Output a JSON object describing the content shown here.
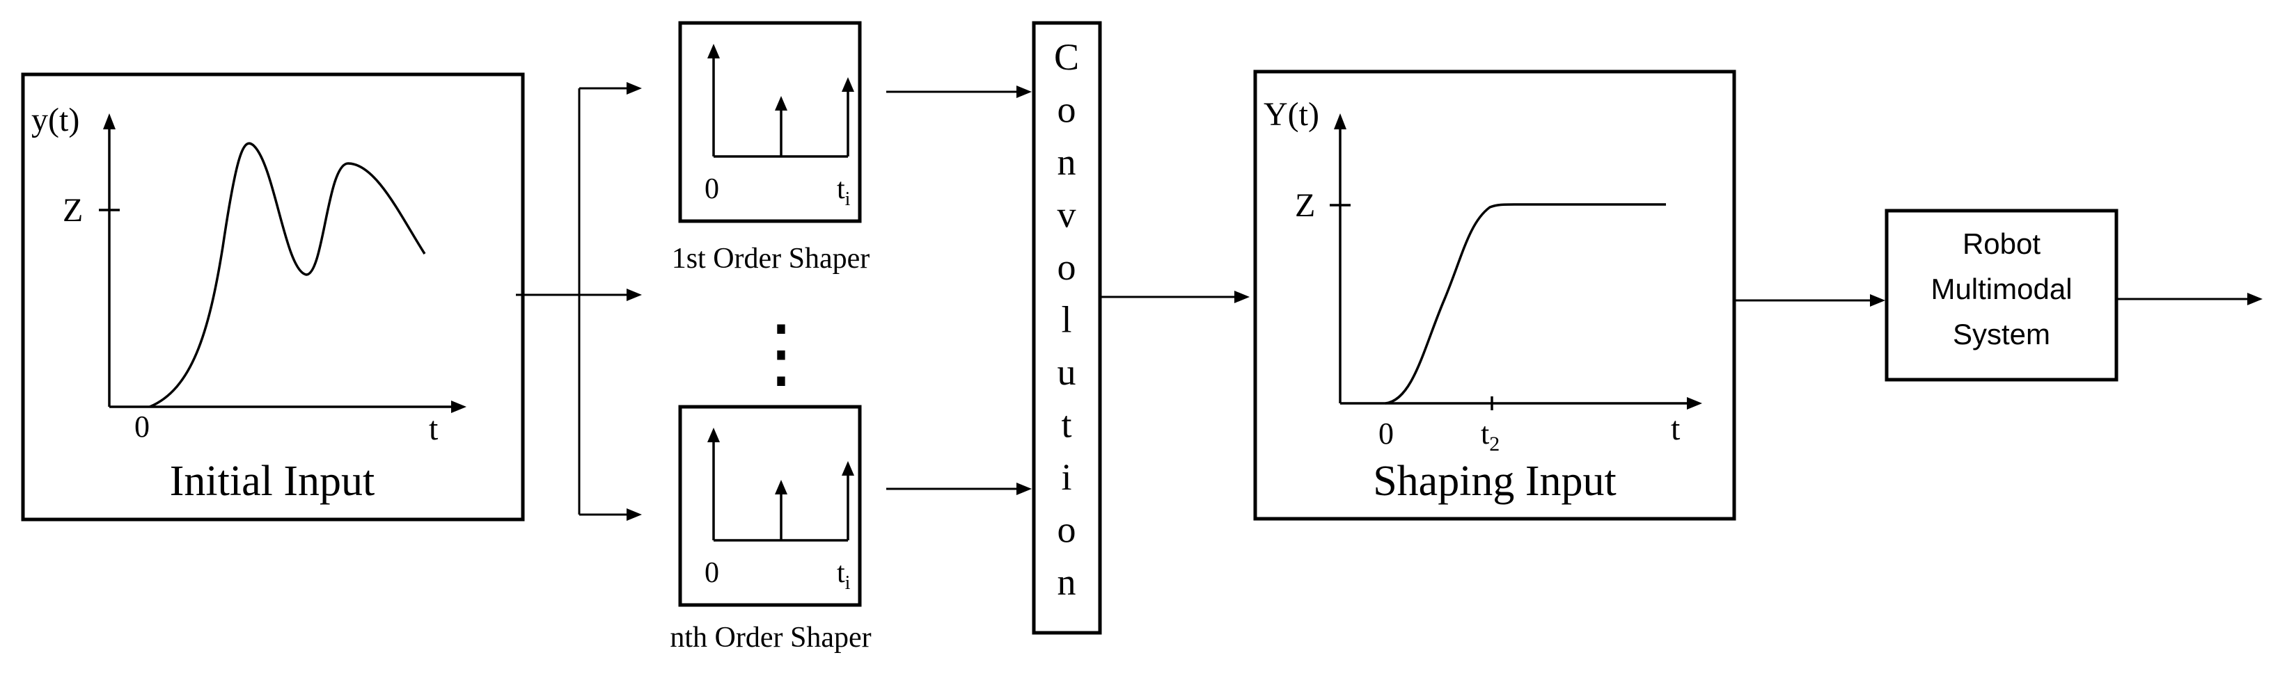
{
  "initial_input": {
    "title": "Initial Input",
    "y_axis_label": "y(t)",
    "x_axis_label": "t",
    "origin_label": "0",
    "level_label": "Z"
  },
  "shaper_1": {
    "caption": "1st Order Shaper",
    "origin_label": "0",
    "time_label_main": "t",
    "time_label_sub": "i"
  },
  "ellipsis": "⋮",
  "shaper_n": {
    "caption": "nth Order Shaper",
    "origin_label": "0",
    "time_label_main": "t",
    "time_label_sub": "i"
  },
  "convolution": {
    "letters": [
      "C",
      "o",
      "n",
      "v",
      "o",
      "l",
      "u",
      "t",
      "i",
      "o",
      "n"
    ]
  },
  "shaping_input": {
    "title": "Shaping Input",
    "y_axis_label": "Y(t)",
    "x_axis_label": "t",
    "origin_label": "0",
    "level_label": "Z",
    "t2_main": "t",
    "t2_sub": "2"
  },
  "robot": {
    "line1": "Robot",
    "line2": "Multimodal",
    "line3": "System"
  }
}
